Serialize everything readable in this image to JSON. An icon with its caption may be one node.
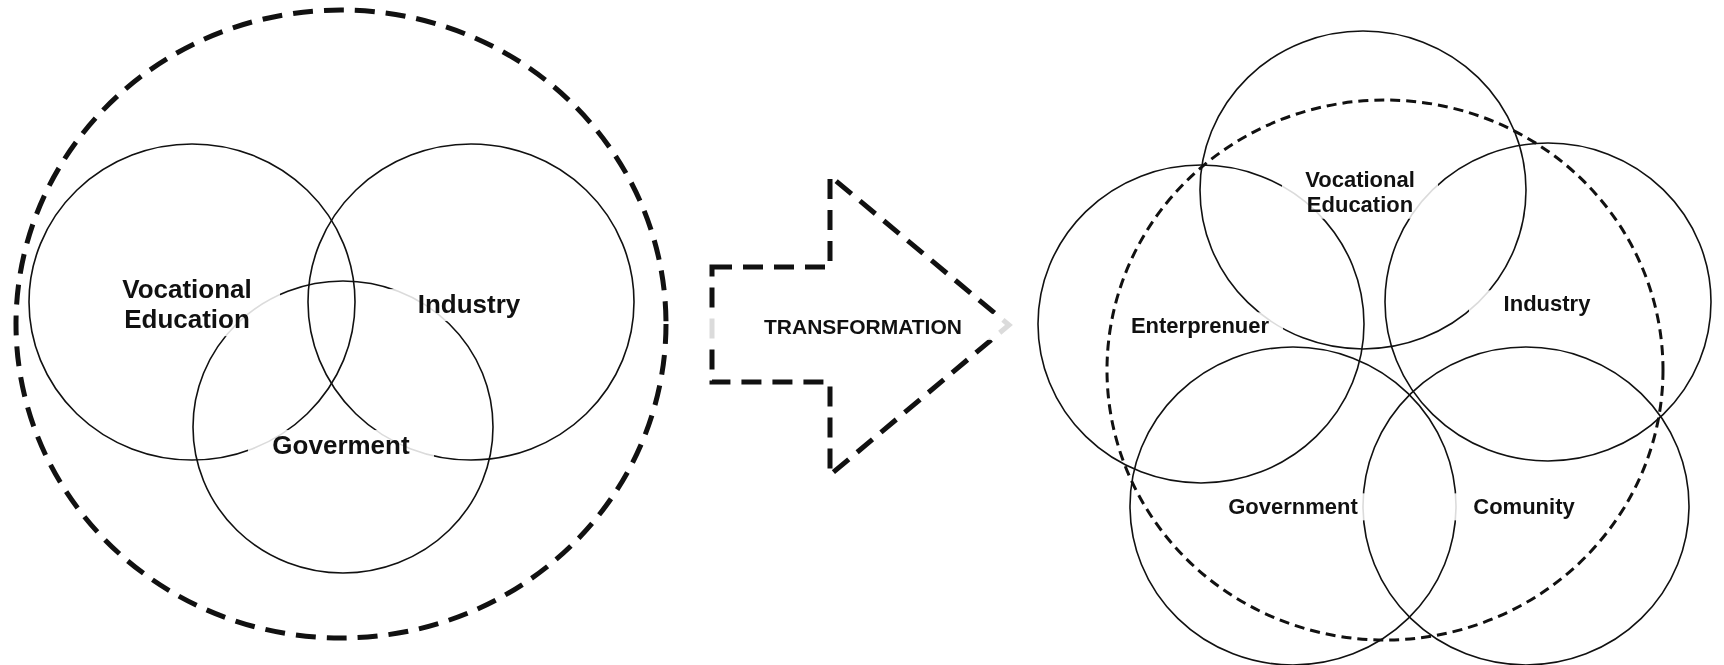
{
  "diagram": {
    "nodes": [
      {
        "text": [],
        "shape": "circle"
      },
      {
        "text": [
          "Vocational Education"
        ],
        "in": 0
      },
      {
        "text": [
          "Industry"
        ],
        "in": 0
      },
      {
        "text": [
          "Goverment"
        ],
        "in": 0
      },
      {
        "text": [
          "TRANSFORMATION"
        ]
      },
      {
        "text": [],
        "shape": "circle"
      },
      {
        "text": [
          "Vocational Education"
        ]
      },
      {
        "text": [
          "Enterprenuer"
        ]
      },
      {
        "text": [
          "Industry"
        ]
      },
      {
        "text": [
          "Government"
        ]
      },
      {
        "text": [
          "Comunity"
        ]
      }
    ]
  }
}
